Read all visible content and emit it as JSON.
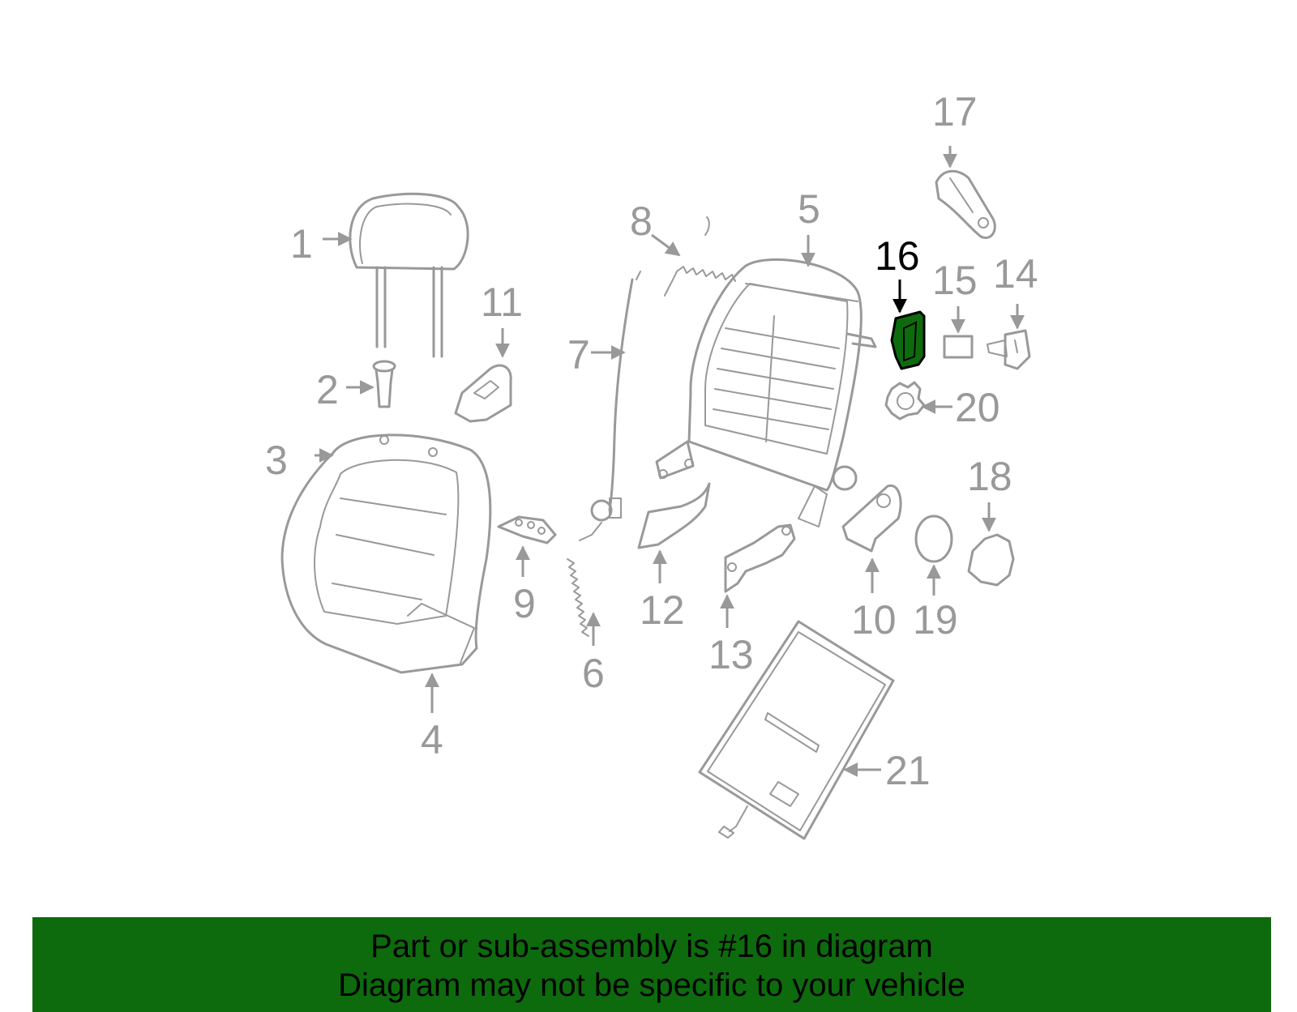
{
  "diagram": {
    "callouts": [
      "1",
      "2",
      "3",
      "4",
      "5",
      "6",
      "7",
      "8",
      "9",
      "10",
      "11",
      "12",
      "13",
      "14",
      "15",
      "16",
      "17",
      "18",
      "19",
      "20",
      "21"
    ],
    "highlighted_part": "16",
    "colors": {
      "part_stroke": "#999999",
      "highlight_fill": "#0d6b0d",
      "highlight_label": "#000000",
      "banner_bg": "#0d6b0d"
    }
  },
  "banner": {
    "line1": "Part or sub-assembly is #16 in diagram",
    "line2": "Diagram may not be specific to your vehicle"
  }
}
